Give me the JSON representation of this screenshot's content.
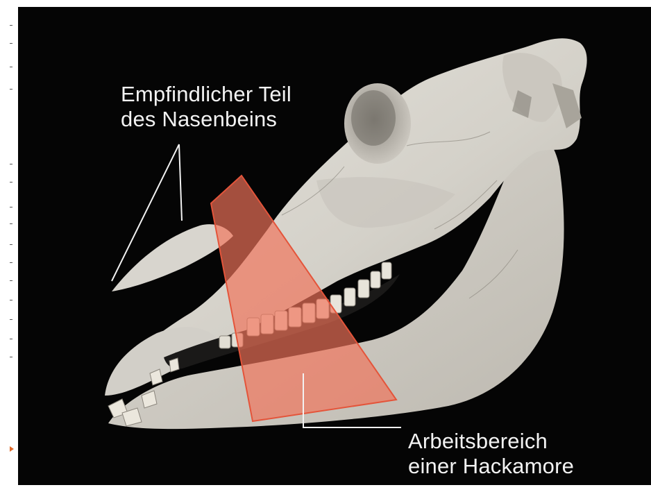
{
  "labels": {
    "nasal_bone": {
      "line1": "Empfindlicher Teil",
      "line2": "des Nasenbeins"
    },
    "hackamore": {
      "line1": "Arbeitsbereich",
      "line2": "einer Hackamore"
    }
  },
  "colors": {
    "background": "#050505",
    "bone": "#d9d6cf",
    "highlight": "#f0735a",
    "label_text": "#f2f2f2",
    "margin_arrow": "#e06a2a"
  },
  "image": {
    "subject": "horse-skull"
  }
}
